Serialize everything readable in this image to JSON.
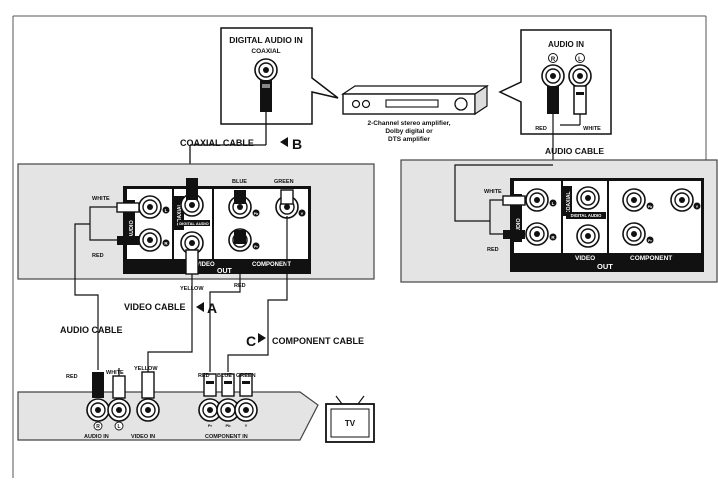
{
  "digital_audio_box": {
    "title": "DIGITAL AUDIO IN",
    "subtitle": "COAXIAL"
  },
  "audio_in_box": {
    "title": "AUDIO IN",
    "right_symbol": "R",
    "left_symbol": "L",
    "red": "RED",
    "white": "WHITE"
  },
  "amplifier": {
    "line1": "2-Channel stereo amplifier,",
    "line2": "Dolby digital or",
    "line3": "DTS amplifier"
  },
  "cables": {
    "coaxial": "COAXIAL CABLE",
    "coaxial_letter": "B",
    "audio_top": "AUDIO CABLE",
    "video": "VIDEO CABLE",
    "video_letter": "A",
    "audio_left": "AUDIO CABLE",
    "component": "COMPONENT CABLE",
    "component_letter": "C"
  },
  "player_left": {
    "white": "WHITE",
    "red": "RED",
    "blue": "BLUE",
    "green": "GREEN",
    "yellow": "YELLOW",
    "red_bottom": "RED",
    "audio": "AUDIO",
    "coaxial": "COAXIAL",
    "digital_audio": "DIGITAL AUDIO",
    "video": "VIDEO",
    "component": "COMPONENT",
    "out": "OUT",
    "jack_l": "L",
    "jack_r": "R",
    "jack_pr": "Pr",
    "jack_pb": "Pb",
    "jack_y": "Y"
  },
  "player_right": {
    "white": "WHITE",
    "red": "RED",
    "audio": "AUDIO",
    "coaxial": "COAXIAL",
    "digital_audio": "DIGITAL AUDIO",
    "video": "VIDEO",
    "component": "COMPONENT",
    "out": "OUT",
    "jack_l": "L",
    "jack_r": "R",
    "jack_pr": "Pr",
    "jack_pb": "Pb",
    "jack_y": "Y"
  },
  "tv_panel": {
    "red": "RED",
    "white": "WHITE",
    "yellow": "YELLOW",
    "comp_red": "RED",
    "comp_blue": "BLUE",
    "comp_green": "GREEN",
    "audio_in": "AUDIO IN",
    "video_in": "VIDEO IN",
    "component_in": "COMPONENT IN",
    "r_symbol": "R",
    "l_symbol": "L",
    "pr": "Pr",
    "pb": "Pb",
    "y": "Y"
  },
  "tv": {
    "label": "TV"
  }
}
